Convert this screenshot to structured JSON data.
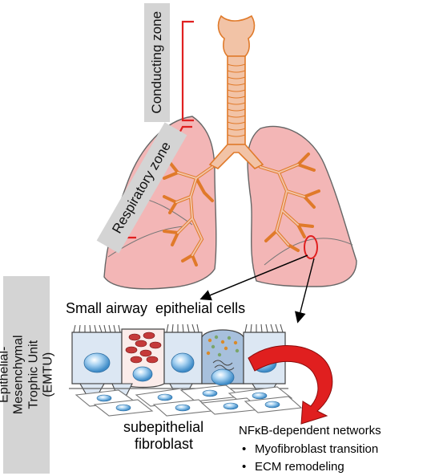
{
  "labels": {
    "conducting_zone": "Conducting zone",
    "respiratory_zone": "Respiratory zone",
    "emtu": "Epithelial-Mesenchymal Trophic Unit (EMTU)",
    "small_airway": "Small airway  epithelial cells",
    "subepithelial": "subepithelial",
    "fibroblast": "fibroblast",
    "nfkb_title": "NFκB-dependent networks"
  },
  "bullets": [
    "Myofibroblast transition",
    "ECM remodeling"
  ],
  "colors": {
    "lung_fill": "#f3b6b6",
    "lung_stroke": "#555555",
    "airway_fill": "#f2c3a6",
    "airway_stroke": "#e07a2a",
    "bracket_red": "#e02020",
    "cell_fill": "#dce7f3",
    "nucleus": "#7fb6e0",
    "label_bg": "#d4d4d4"
  }
}
